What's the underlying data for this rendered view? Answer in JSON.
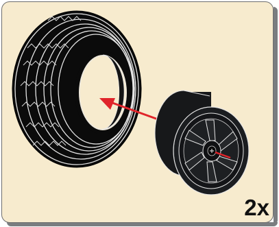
{
  "step": {
    "quantity_label": "2x"
  },
  "parts": [
    {
      "name": "tire",
      "color": "#0c0c0c"
    },
    {
      "name": "wheel-rim",
      "color": "#1b1d20"
    }
  ],
  "colors": {
    "panel_background": "#f7ebce",
    "panel_border": "#6d6d6d",
    "shadow": "#7a7d80",
    "arrow": "#e0242a"
  },
  "icons": [
    "assembly-arrow-icon"
  ]
}
